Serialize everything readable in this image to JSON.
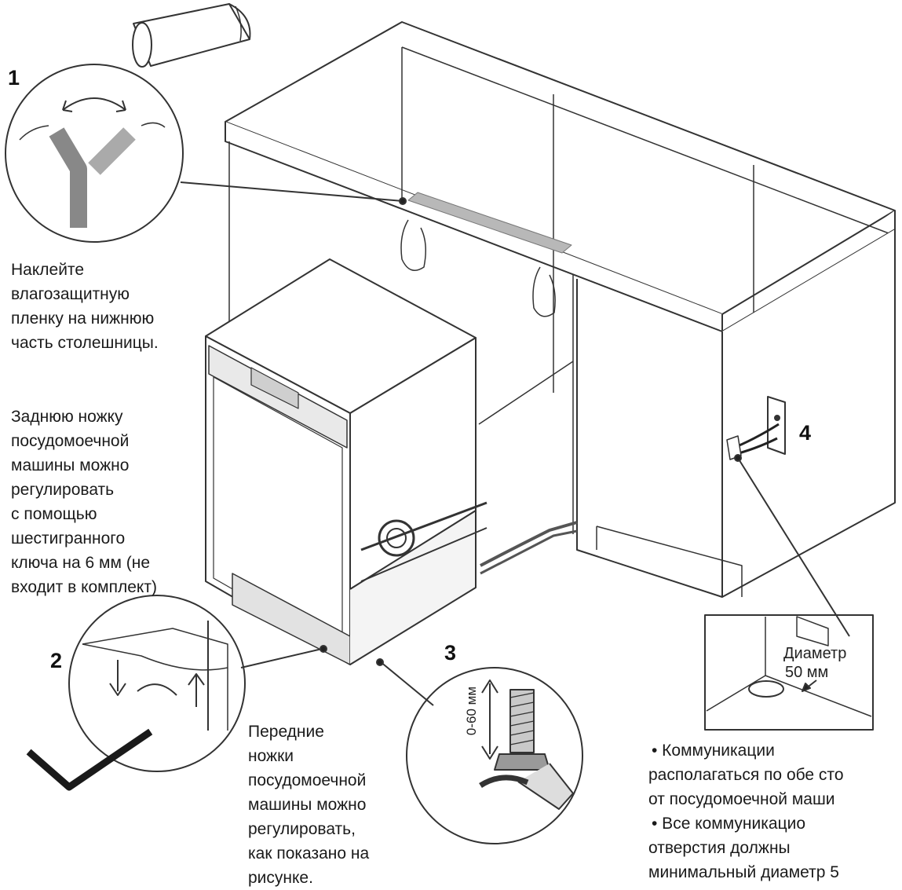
{
  "steps": {
    "s1": "1",
    "s2": "2",
    "s3": "3",
    "s4": "4"
  },
  "captions": {
    "tape": "Наклейте\nвлагозащитную\nпленку на нижнюю\nчасть столешницы.",
    "rear_leg": "Заднюю ножку\nпосудомоечной\nмашины можно\nрегулировать\nс помощью\nшестигранного\nключа на 6 мм (не\nвходит в комплект)",
    "front_legs": "Передние\nножки\nпосудомоечной\nмашины можно\nрегулировать,\nкак показано на\nрисунке."
  },
  "labels": {
    "height_range": "0-60 мм",
    "diameter_line1": "Диаметр",
    "diameter_line2": "50 мм"
  },
  "notes": {
    "line1": "•    Коммуникации",
    "line2": "располагаться по обе сто",
    "line3": "от посудомоечной маши",
    "line4": "•    Все      коммуникацио",
    "line5": "отверстия      должны",
    "line6": "минимальный диаметр 5"
  }
}
